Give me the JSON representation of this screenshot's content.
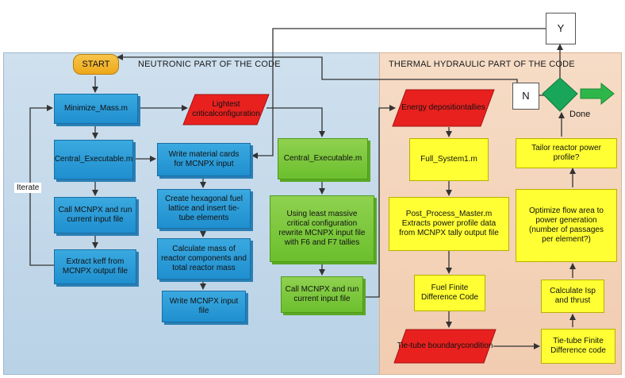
{
  "regions": {
    "neutronic_title": "NEUTRONIC PART OF THE CODE",
    "thermal_title": "THERMAL HYDRAULIC PART OF THE CODE"
  },
  "nodes": {
    "start": "START",
    "minimize_mass": "Minimize_Mass.m",
    "lightest_critical": [
      "Lightest critical",
      "configuration"
    ],
    "central_exec_1": "Central_Executable.m",
    "write_material_cards": [
      "Write material cards",
      "for MCNPX input"
    ],
    "call_mcnpx_1": [
      "Call MCNPX and run",
      "current input file"
    ],
    "create_hex_lattice": [
      "Create hexagonal fuel",
      "lattice and insert tie-",
      "tube elements"
    ],
    "extract_keff": [
      "Extract keff from",
      "MCNPX output file"
    ],
    "calculate_mass": [
      "Calculate mass of",
      "reactor components and",
      "total reactor mass"
    ],
    "write_mcnpx_input": [
      "Write MCNPX input",
      "file"
    ],
    "central_exec_2": "Central_Executable.m",
    "least_massive": [
      "Using least massive",
      "critical configuration",
      "rewrite MCNPX input file",
      "with F6 and F7 tallies"
    ],
    "call_mcnpx_2": [
      "Call MCNPX and run",
      "current input file"
    ],
    "energy_deposition": [
      "Energy deposition",
      "tallies"
    ],
    "full_system": "Full_System1.m",
    "post_process": [
      "Post_Process_Master.m",
      "Extracts power profile data",
      "from MCNPX tally output file"
    ],
    "fuel_finite_diff": [
      "Fuel Finite",
      "Difference Code"
    ],
    "tie_tube_boundary": [
      "Tie-tube boundary",
      "condition"
    ],
    "tie_tube_finite_diff": [
      "Tie-tube Finite",
      "Difference code"
    ],
    "calculate_isp": [
      "Calculate Isp",
      "and thrust"
    ],
    "optimize_flow": [
      "Optimize flow area to",
      "power generation",
      "(number of passages",
      "per element?)"
    ],
    "tailor_power": [
      "Tailor reactor power",
      "profile?"
    ],
    "decision_yes": "Y",
    "decision_no": "N"
  },
  "labels": {
    "iterate": "Iterate",
    "done": "Done"
  },
  "colors": {
    "blue": "#2a9ad8",
    "green": "#7cc83c",
    "yellow": "#ffff33",
    "red": "#e8211f",
    "decision": "#1aa65a",
    "neutronic_bg": "#c4d9ea",
    "thermal_bg": "#f3d3b9"
  }
}
